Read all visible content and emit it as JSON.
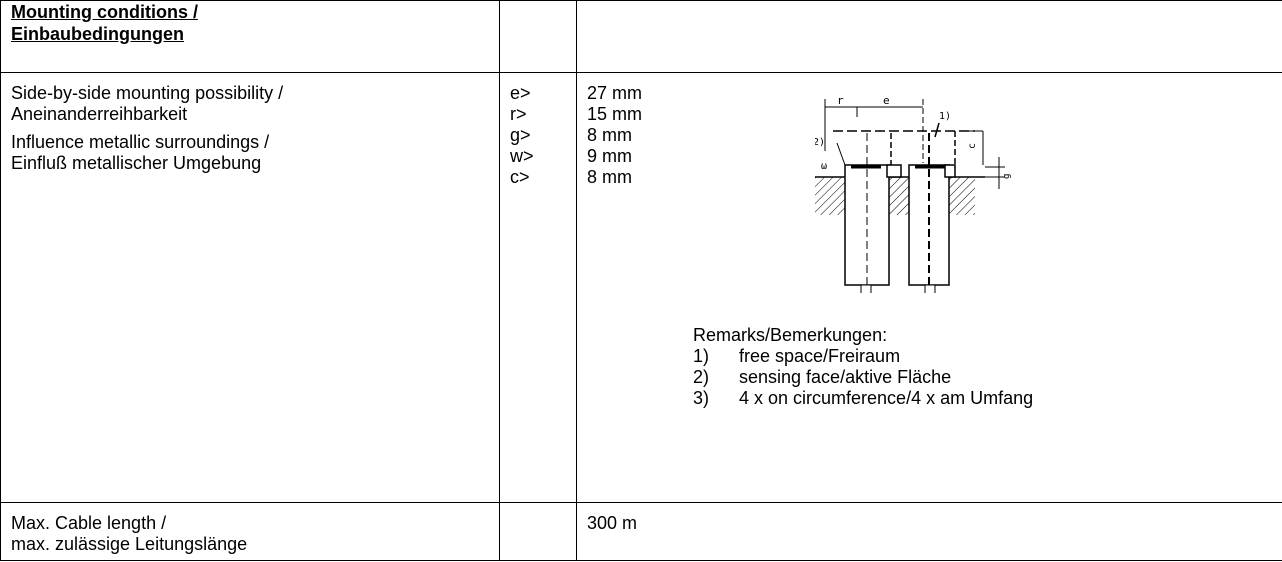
{
  "header": {
    "title_line1": "Mounting conditions /",
    "title_line2": "Einbaubedingungen"
  },
  "mounting": {
    "label_lines": [
      "Side-by-side mounting possibility /",
      "Aneinanderreihbarkeit",
      "Influence metallic surroundings /",
      "Einfluß metallischer Umgebung"
    ],
    "symbols": [
      "e>",
      "r>",
      "g>",
      "w>",
      "c>"
    ],
    "values": [
      "27 mm",
      "15 mm",
      "8 mm",
      "9 mm",
      "8 mm"
    ]
  },
  "diagram": {
    "labels": [
      "r",
      "e",
      "1)",
      "2)",
      "ω",
      "c",
      "g"
    ]
  },
  "remarks": {
    "title": "Remarks/Bemerkungen:",
    "items": [
      {
        "num": "1)",
        "text": "free space/Freiraum"
      },
      {
        "num": "2)",
        "text": "sensing face/aktive Fläche"
      },
      {
        "num": "3)",
        "text": "4 x on circumference/4 x am Umfang"
      }
    ]
  },
  "cable": {
    "label_line1": "Max. Cable length /",
    "label_line2": "max. zulässige Leitungslänge",
    "value": "300 m"
  }
}
